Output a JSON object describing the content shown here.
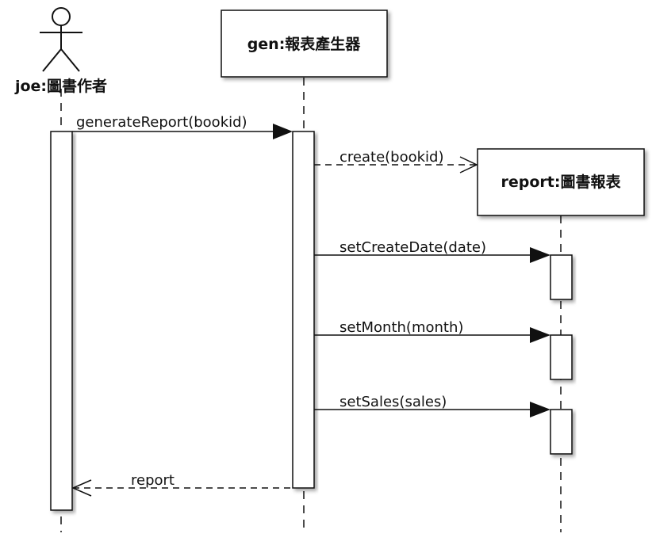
{
  "participants": {
    "joe": {
      "label": "joe:圖書作者",
      "kind": "actor"
    },
    "gen": {
      "label": "gen:報表產生器",
      "kind": "object"
    },
    "report": {
      "label": "report:圖書報表",
      "kind": "object"
    }
  },
  "messages": {
    "generate_report": "generateReport(bookid)",
    "create": "create(bookid)",
    "set_create_date": "setCreateDate(date)",
    "set_month": "setMonth(month)",
    "set_sales": "setSales(sales)",
    "report_return": "report"
  }
}
